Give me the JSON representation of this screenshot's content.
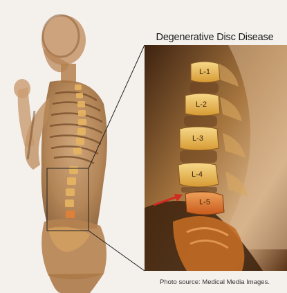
{
  "header": {
    "title": "Degenerative Disc Disease"
  },
  "footer": {
    "caption": "Photo source: Medical Media Images."
  },
  "vertebrae": [
    {
      "label": "L-1"
    },
    {
      "label": "L-2"
    },
    {
      "label": "L-3"
    },
    {
      "label": "L-4"
    },
    {
      "label": "L-5"
    }
  ],
  "colors": {
    "background": "#f4f1ed",
    "xray_dark": "#4a2a12",
    "xray_light": "#d9b48a",
    "vertebra_fill": "#e8b84a",
    "affected_vertebra": "#e07a2a",
    "arrow": "#d32a1f"
  },
  "icons": {
    "pointer": "red-arrow-icon"
  }
}
